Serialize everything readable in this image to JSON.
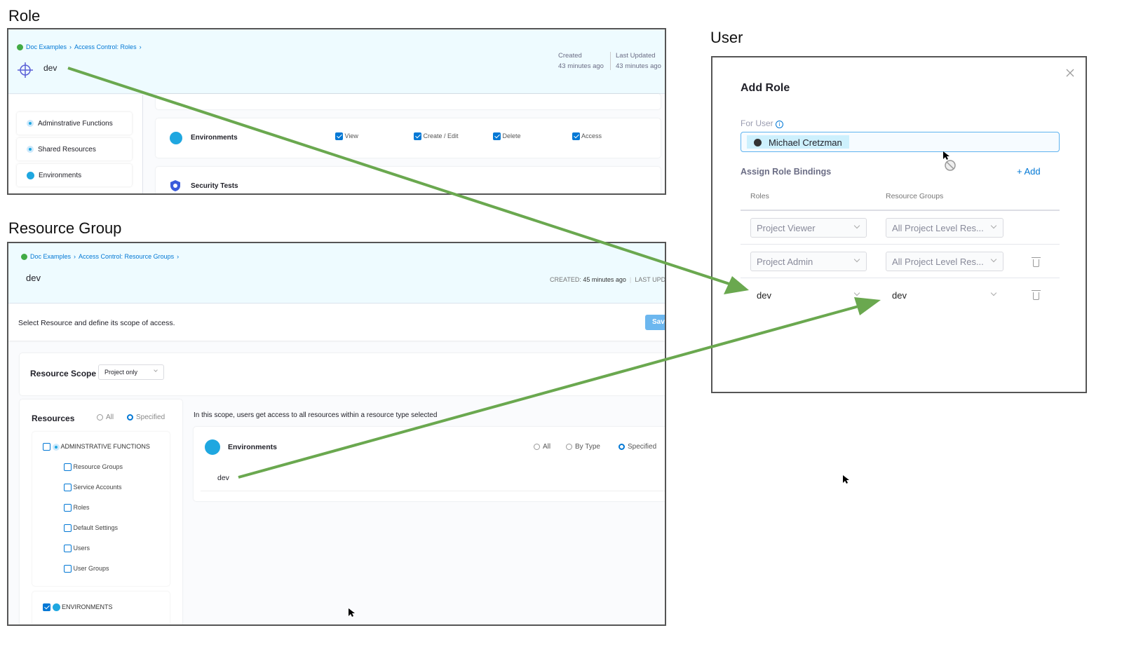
{
  "sections": {
    "role": "Role",
    "resource_group": "Resource Group",
    "user": "User"
  },
  "role_panel": {
    "breadcrumb": [
      "Doc Examples",
      "Access Control: Roles"
    ],
    "name": "dev",
    "created_label": "Created",
    "created_value": "43 minutes ago",
    "updated_label": "Last Updated",
    "updated_value": "43 minutes ago",
    "nav": [
      "Adminstrative Functions",
      "Shared Resources",
      "Environments"
    ],
    "env_row": {
      "label": "Environments",
      "perms": [
        {
          "label": "View",
          "checked": true
        },
        {
          "label": "Create / Edit",
          "checked": true
        },
        {
          "label": "Delete",
          "checked": true
        },
        {
          "label": "Access",
          "checked": true
        }
      ]
    },
    "security_row": "Security Tests"
  },
  "rg_panel": {
    "breadcrumb": [
      "Doc Examples",
      "Access Control: Resource Groups"
    ],
    "name": "dev",
    "created_label": "CREATED:",
    "created_value": "45 minutes ago",
    "updated_label": "LAST UPD",
    "instruction": "Select Resource and define its scope of access.",
    "save_label": "Sav",
    "scope_label": "Resource Scope",
    "scope_value": "Project only",
    "resources_label": "Resources",
    "res_all": "All",
    "res_specified": "Specified",
    "admin_group": "ADMINSTRATIVE FUNCTIONS",
    "admin_items": [
      "Resource Groups",
      "Service Accounts",
      "Roles",
      "Default Settings",
      "Users",
      "User Groups"
    ],
    "env_group": "ENVIRONMENTS",
    "scope_note": "In this scope, users get access to all resources within a resource type selected",
    "env_card": {
      "label": "Environments",
      "opt_all": "All",
      "opt_bytype": "By Type",
      "opt_specified": "Specified",
      "selected": "Specified",
      "item": "dev"
    }
  },
  "add_role": {
    "title": "Add Role",
    "for_user_label": "For User",
    "user": "Michael Cretzman",
    "bindings_label": "Assign Role Bindings",
    "add_label": "+ Add",
    "col_roles": "Roles",
    "col_rg": "Resource Groups",
    "rows": [
      {
        "role": "Project Viewer",
        "rg": "All Project Level Res..."
      },
      {
        "role": "Project Admin",
        "rg": "All Project Level Res..."
      },
      {
        "role": "dev",
        "rg": "dev"
      }
    ]
  },
  "colors": {
    "accent": "#0278d5",
    "arrow": "#6aa84f",
    "header_bg": "#eefbff"
  }
}
